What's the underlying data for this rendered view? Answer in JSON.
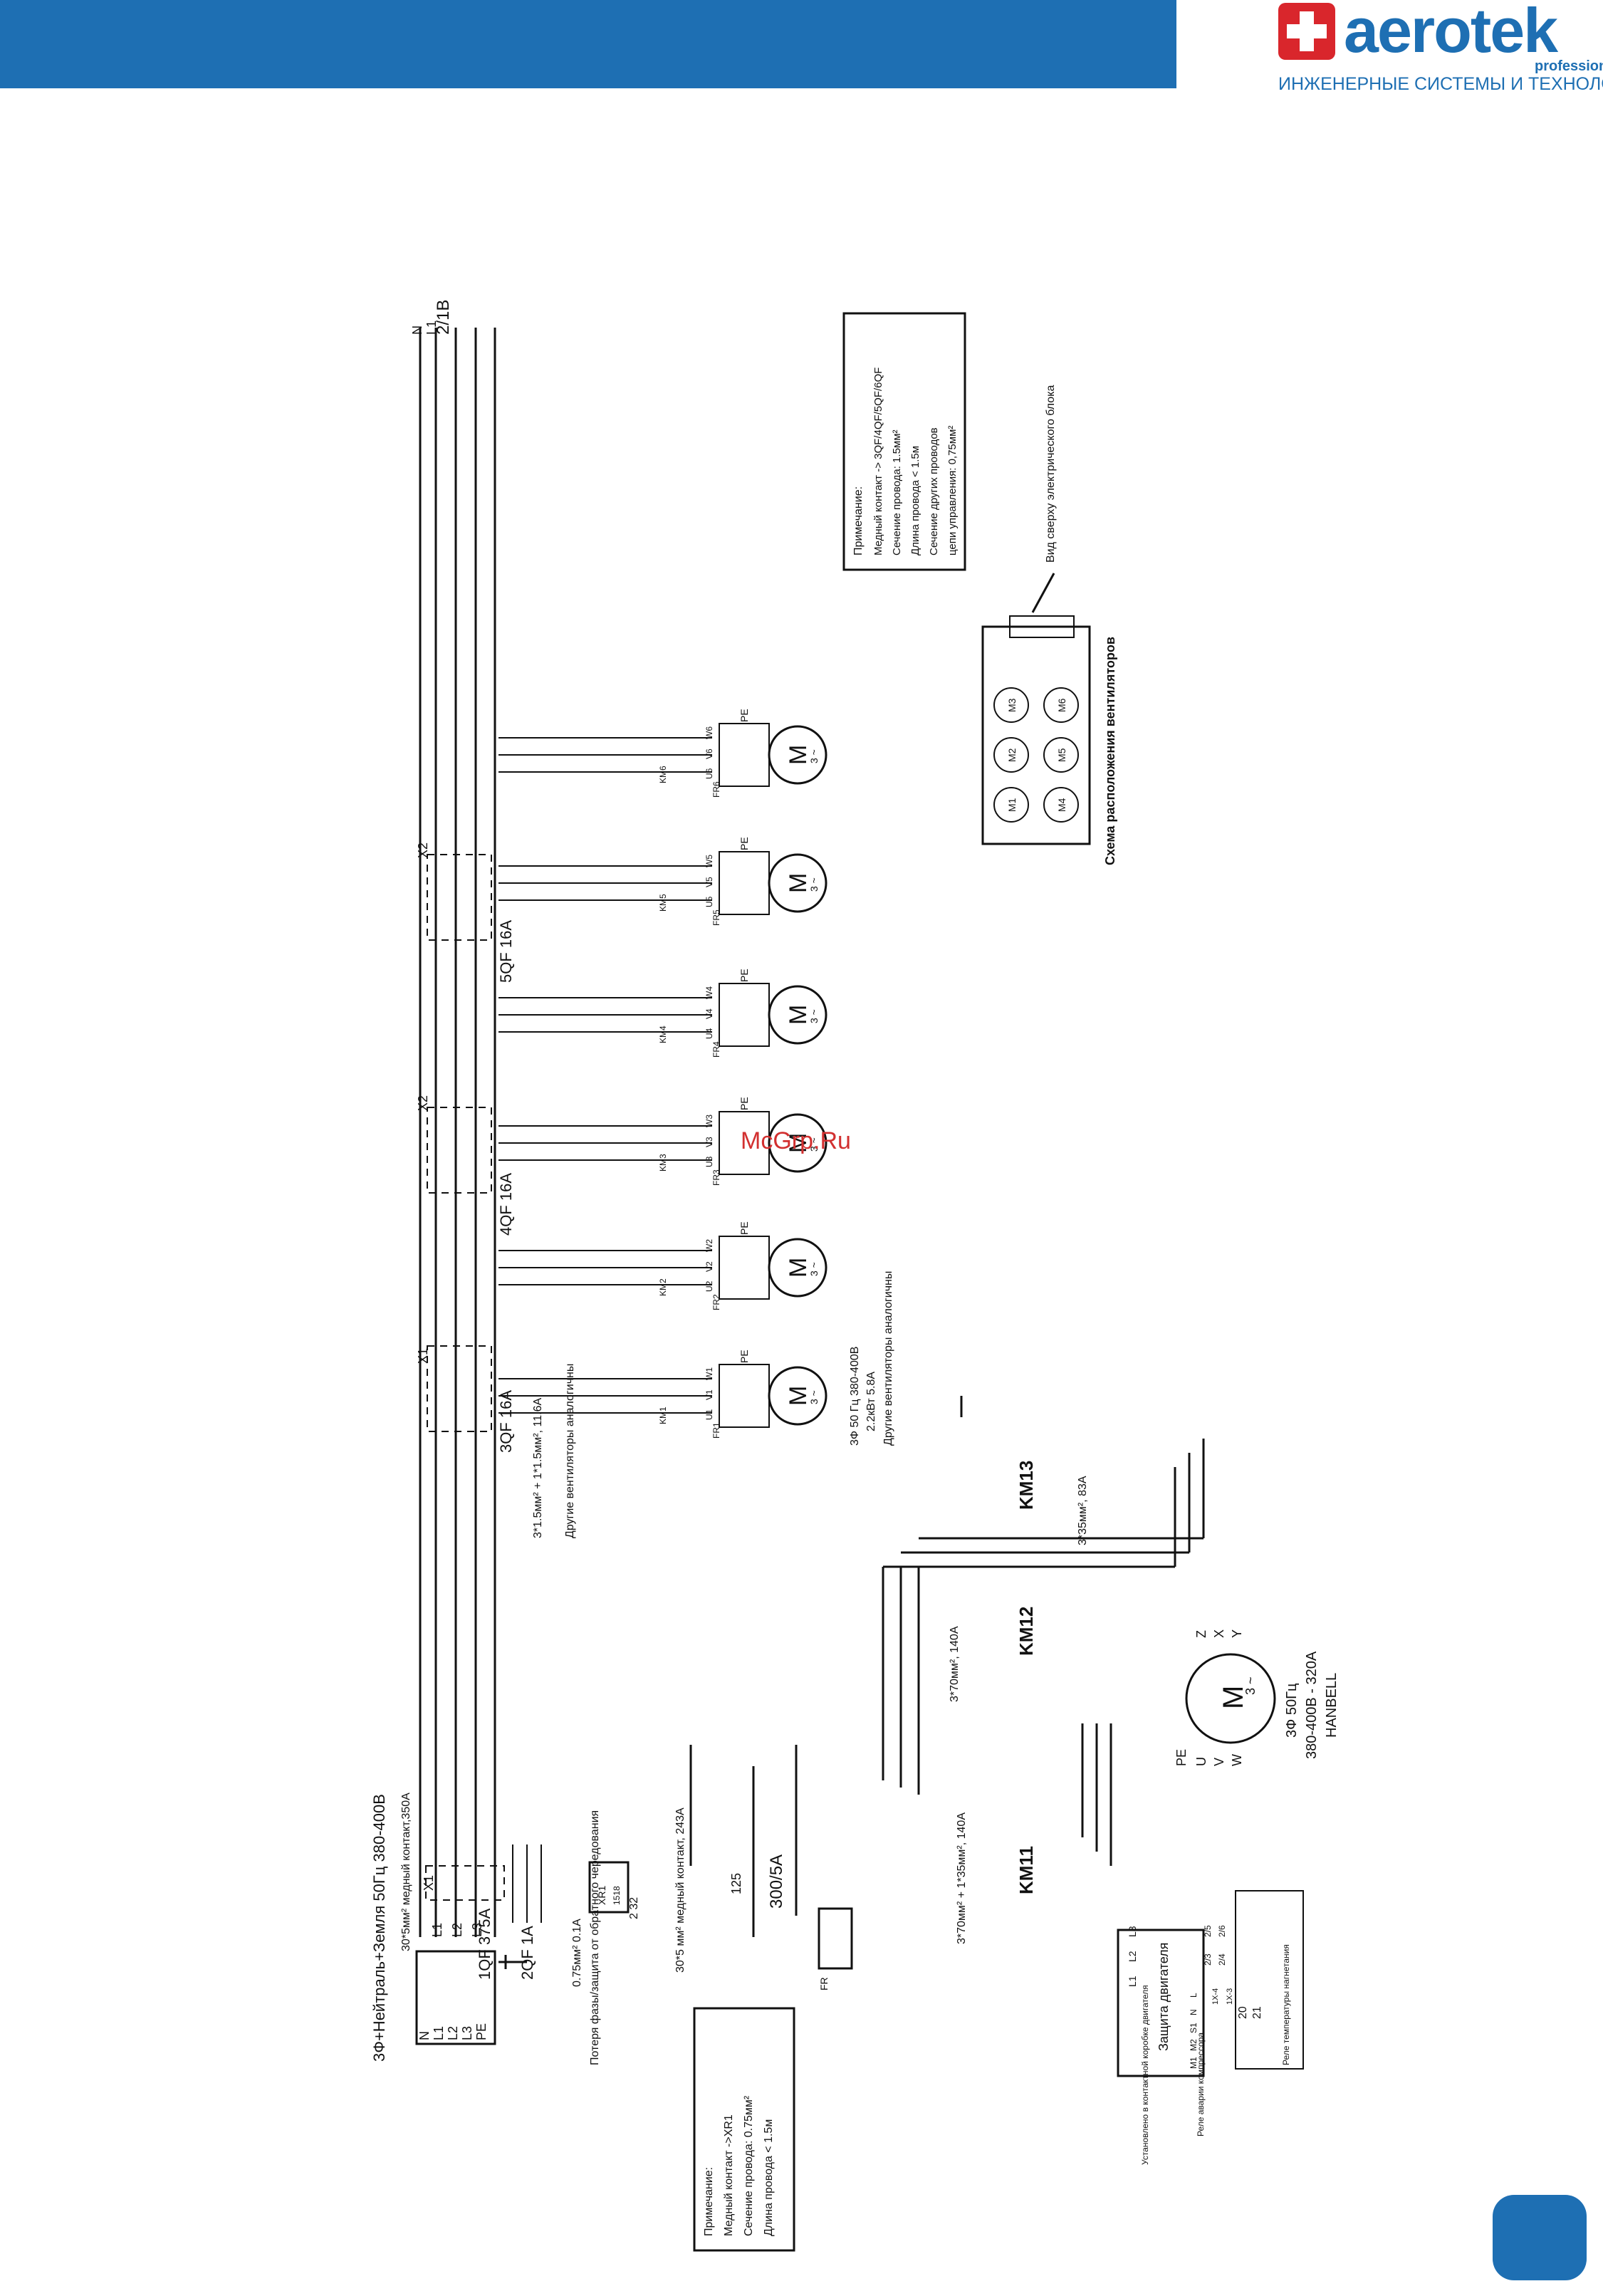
{
  "header": {
    "brand_name": "aerotek",
    "brand_sub": "professional",
    "tagline": "ИНЖЕНЕРНЫЕ СИСТЕМЫ И ТЕХНОЛОГИИ"
  },
  "watermark": "McGrp.Ru",
  "diagram": {
    "supply_title": "3Ф+Нейтраль+Земля 50Гц 380-400В",
    "terminals": [
      "N",
      "L1",
      "L2",
      "L3",
      "PE"
    ],
    "phase_labels": [
      "L1",
      "L2",
      "L3"
    ],
    "main_cable": "30*5мм² медный контакт,350А",
    "x1": "X1",
    "x2": "X2",
    "qf1": "1QF 375А",
    "qf2": "2QF 1А",
    "qf3": "3QF 16А",
    "qf4": "4QF 16А",
    "qf5": "5QF 16А",
    "cable_ctrl": "0.75мм² 0.1А",
    "phase_protect": "Потеря фазы/защита от обратного чередования",
    "xr1": "XR1",
    "xr1_sub": "1518",
    "xr1_pins": "2  32",
    "busbar_243": "30*5 мм² медный контакт, 243А",
    "fr": "FR",
    "ct": "300/5А",
    "ct_terms": "125",
    "cable_70_35": "3*70мм² + 1*35мм², 140А",
    "cable_70": "3*70мм², 140А",
    "cable_35": "3*35мм², 83А",
    "km11": "KM11",
    "km12": "KM12",
    "km13": "KM13",
    "compressor": {
      "m": "M",
      "phase": "3 ~",
      "terms_top": [
        "Z",
        "X",
        "Y"
      ],
      "terms_bottom": [
        "PE",
        "U",
        "V",
        "W"
      ],
      "spec1": "3Ф 50Гц",
      "spec2": "380-400В - 320А",
      "brand": "HANBELL"
    },
    "motor_protect": "Защита двигателя",
    "mp_terms": [
      "L1",
      "L2",
      "L3"
    ],
    "mp_pins": [
      "M1",
      "M2",
      "S1",
      "N",
      "L"
    ],
    "installed_note": "Установлено в контактной коробке двигателя",
    "relay_alarm": "Реле аварии компрессора",
    "relay_temp": "Реле температуры нагнетания",
    "pins_relay": [
      "1X-4",
      "1X-3",
      "2/3",
      "2/4",
      "2/5",
      "2/6",
      "20",
      "21"
    ],
    "fan_cable": "3*1.5мм² + 1*1.5мм², 11.6А",
    "fan_other": "Другие вентиляторы аналогичны",
    "fan_spec1": "3Ф 50 Гц 380-400В",
    "fan_spec2": "2.2кВт 5.8А",
    "fan_spec3": "Другие вентиляторы аналогичны",
    "fans": [
      {
        "km": "KM1",
        "fr": "FR1",
        "t": [
          "U1",
          "V1",
          "W1"
        ]
      },
      {
        "km": "KM2",
        "fr": "FR2",
        "t": [
          "U2",
          "V2",
          "W2"
        ]
      },
      {
        "km": "KM3",
        "fr": "FR3",
        "t": [
          "U3",
          "V3",
          "W3"
        ]
      },
      {
        "km": "KM4",
        "fr": "FR4",
        "t": [
          "U4",
          "V4",
          "W4"
        ]
      },
      {
        "km": "KM5",
        "fr": "FR5",
        "t": [
          "U5",
          "V5",
          "W5"
        ]
      },
      {
        "km": "KM6",
        "fr": "FR6",
        "t": [
          "U6",
          "V6",
          "W6"
        ]
      }
    ],
    "motor_m": "M",
    "motor_phase": "3 ~",
    "pe": "PE",
    "bus_top": [
      "N",
      "L1",
      "2/1В"
    ],
    "note_left": {
      "title": "Примечание:",
      "lines": [
        "Медный контакт ->XR1",
        "Сечение провода: 0.75мм²",
        "Длина провода < 1.5м"
      ]
    },
    "note_right": {
      "title": "Примечание:",
      "lines": [
        "Медный контакт -> 3QF/4QF/5QF/6QF",
        "Сечение провода: 1.5мм²",
        "Длина провода < 1.5м",
        "Сечение других проводов",
        "цепи управления: 0,75мм²"
      ]
    },
    "layout_title": "Схема расположения вентиляторов",
    "layout_view": "Вид сверху электрического блока",
    "layout_motors": [
      "1",
      "2",
      "3",
      "4",
      "5",
      "6"
    ]
  }
}
